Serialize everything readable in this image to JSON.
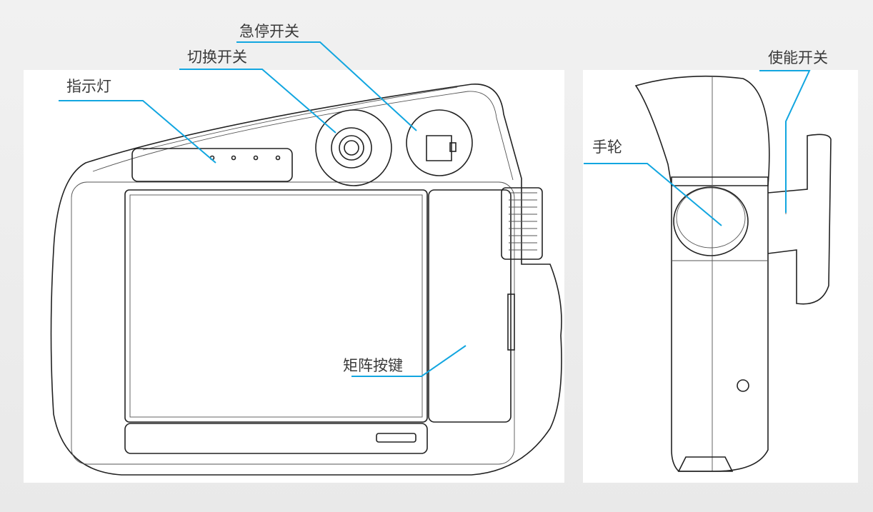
{
  "labels": {
    "emergency_stop": "急停开关",
    "mode_switch": "切换开关",
    "indicator": "指示灯",
    "matrix_keys": "矩阵按键",
    "enable_switch": "使能开关",
    "handwheel": "手轮"
  },
  "colors": {
    "leader_line": "#12a6e0",
    "text": "#3a3a3a"
  }
}
